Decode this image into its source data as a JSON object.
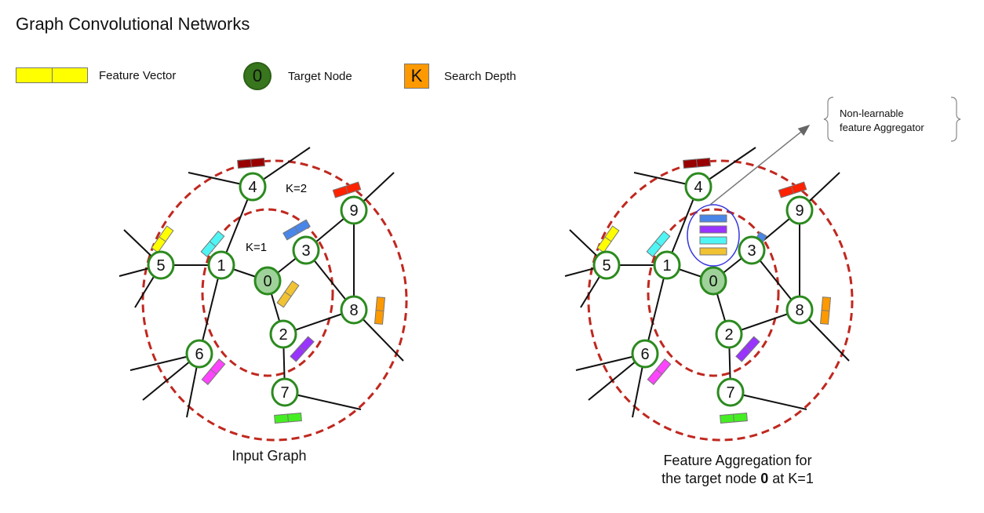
{
  "title": "Graph Convolutional Networks",
  "legend": {
    "feature_vector": {
      "label": "Feature Vector",
      "color": "#ffff00"
    },
    "target_node": {
      "label": "Target Node",
      "symbol": "0",
      "color": "#38761d"
    },
    "search_depth": {
      "label": "Search Depth",
      "symbol": "K",
      "color": "#ff9900"
    }
  },
  "colors": {
    "node_border": "#2b8a1e",
    "target_fill": "#9fd29a",
    "edge": "#111111",
    "ring": "#c0281f",
    "aggregator_ellipse": "#3333dd",
    "arrow": "#777777"
  },
  "graph": {
    "nodes": [
      {
        "id": "0",
        "target": true
      },
      {
        "id": "1"
      },
      {
        "id": "2"
      },
      {
        "id": "3"
      },
      {
        "id": "4"
      },
      {
        "id": "5"
      },
      {
        "id": "6"
      },
      {
        "id": "7"
      },
      {
        "id": "8"
      },
      {
        "id": "9"
      }
    ],
    "edges": [
      [
        "0",
        "1"
      ],
      [
        "0",
        "3"
      ],
      [
        "0",
        "2"
      ],
      [
        "1",
        "5"
      ],
      [
        "1",
        "4"
      ],
      [
        "1",
        "6"
      ],
      [
        "3",
        "9"
      ],
      [
        "3",
        "8"
      ],
      [
        "9",
        "8"
      ],
      [
        "2",
        "8"
      ],
      [
        "2",
        "7"
      ]
    ],
    "feature_colors": {
      "0": "#f1c232",
      "1": "#4ff5f5",
      "2": "#9933ff",
      "3": "#4a86e8",
      "4": "#990000",
      "5": "#ffff00",
      "6": "#ff44ff",
      "7": "#44ee22",
      "8": "#ff9900",
      "9": "#ff2200"
    },
    "rings": [
      {
        "label": "K=1"
      },
      {
        "label": "K=2"
      }
    ]
  },
  "aggregator": {
    "note_line1": "Non-learnable",
    "note_line2": "feature Aggregator",
    "stack_colors": [
      "#4a86e8",
      "#9933ff",
      "#4ff5f5",
      "#f1c232"
    ]
  },
  "captions": {
    "left": "Input Graph",
    "right_line1": "Feature Aggregation for",
    "right_line2_prefix": "the target node ",
    "right_line2_bold": "0",
    "right_line2_suffix": " at K=1"
  }
}
